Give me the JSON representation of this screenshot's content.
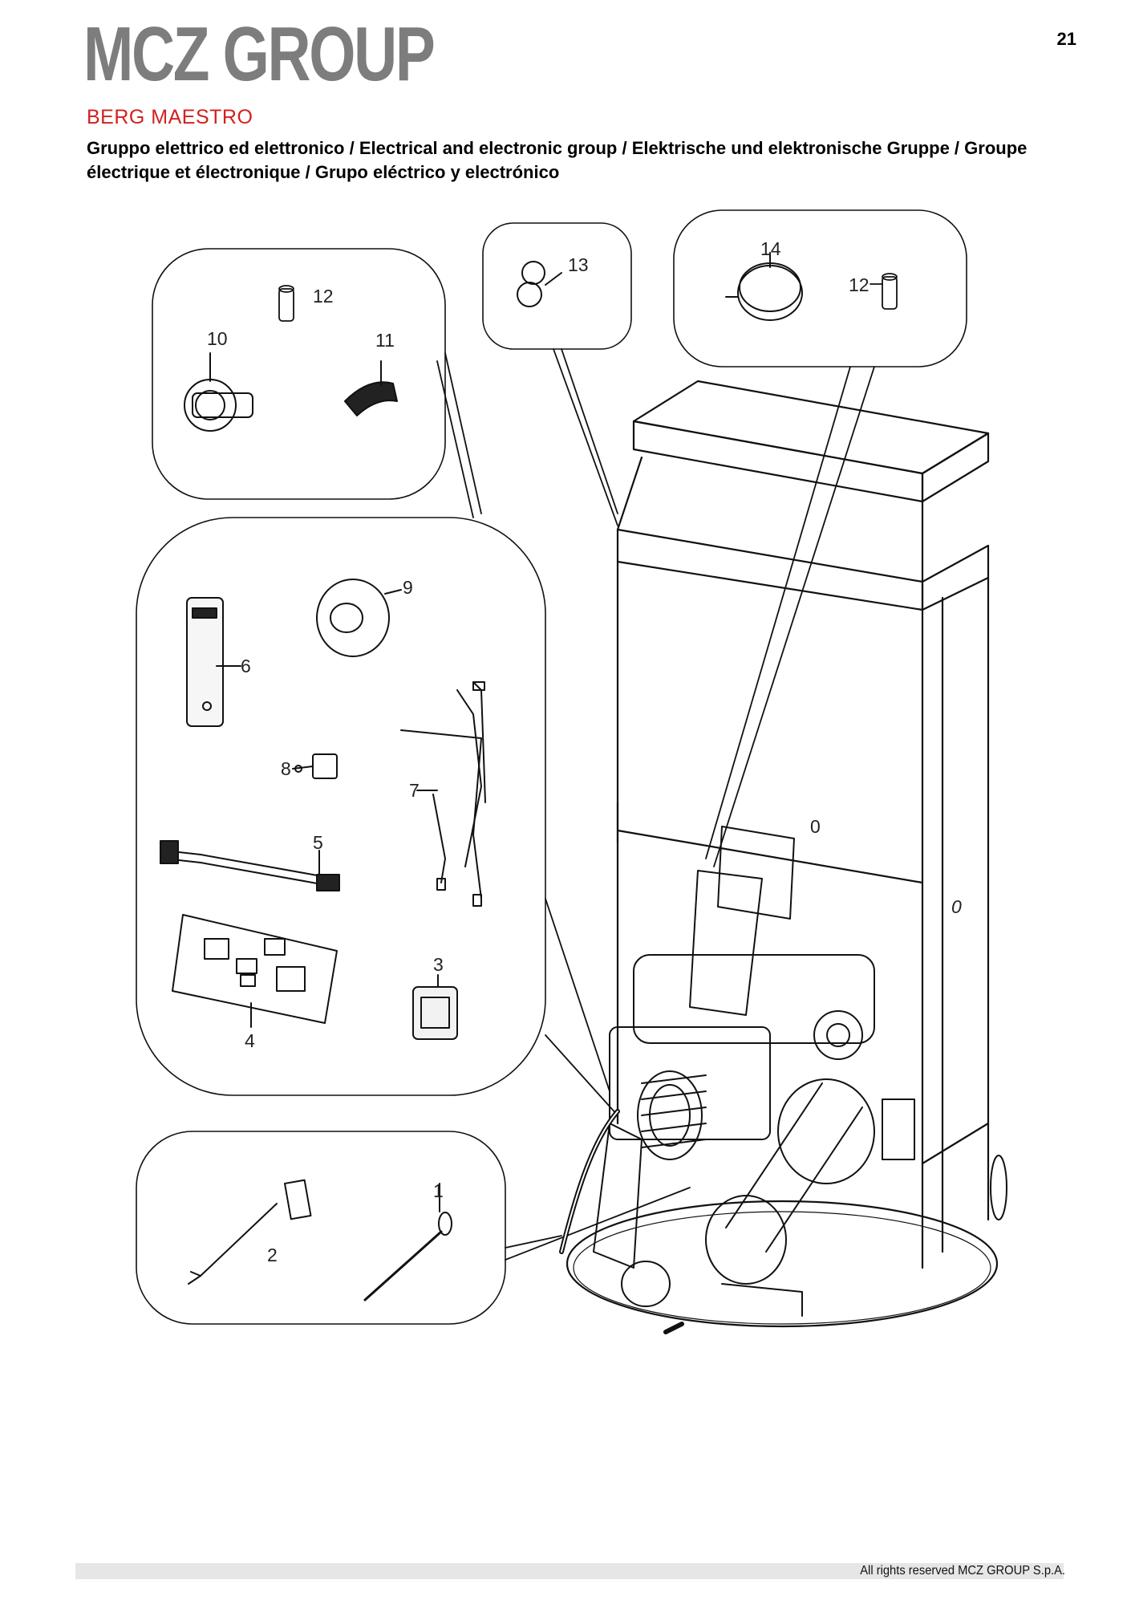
{
  "header": {
    "logo_text": "MCZ GROUP",
    "page_number": "21",
    "model": "BERG MAESTRO",
    "subtitle": "Gruppo elettrico ed elettronico / Electrical and electronic group / Elektrische und elektronische Gruppe / Groupe électrique et électronique / Grupo eléctrico y electrónico"
  },
  "diagram": {
    "callouts": [
      "1",
      "2",
      "3",
      "4",
      "5",
      "6",
      "7",
      "8",
      "9",
      "10",
      "11",
      "12",
      "12",
      "13",
      "14",
      "0",
      "0"
    ]
  },
  "footer": {
    "copyright": "All rights reserved MCZ GROUP S.p.A."
  },
  "colors": {
    "logo": "#7d7d7d",
    "model_title": "#d22020",
    "footer_bar": "#e6e6e6"
  }
}
